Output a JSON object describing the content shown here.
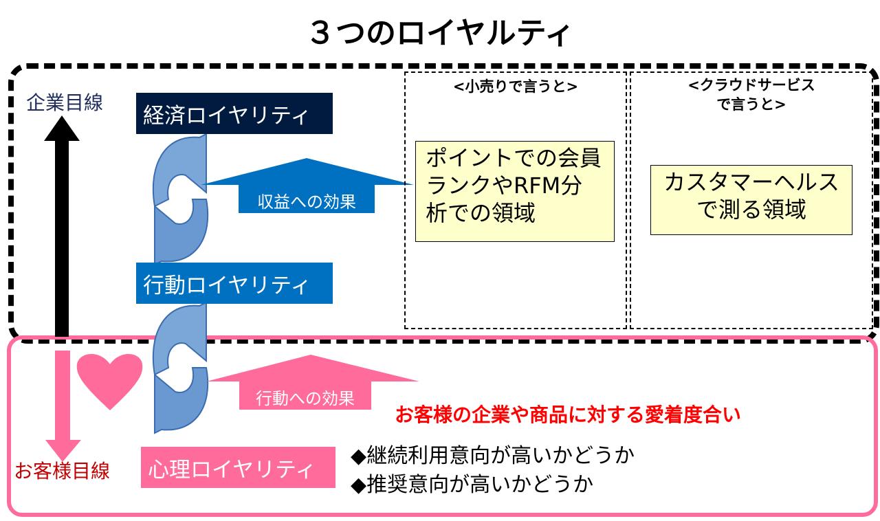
{
  "title": "３つのロイヤルティ",
  "perspectives": {
    "corporate": "企業目線",
    "customer": "お客様目線"
  },
  "loyalty_levels": {
    "economic": "経済ロイヤリティ",
    "behavioral": "行動ロイヤリティ",
    "psychological": "心理ロイヤリティ"
  },
  "effects": {
    "revenue": "収益への効果",
    "behavior": "行動への効果"
  },
  "retail": {
    "header": "<小売りで言うと>",
    "body": "ポイントでの会員ランクやRFM分析での領域"
  },
  "cloud": {
    "header_line1": "<クラウドサービス",
    "header_line2": "で言うと>",
    "body": "カスタマーヘルスで測る領域"
  },
  "customer_section": {
    "headline": "お客様の企業や商品に対する愛着度合い",
    "bullets": [
      "◆継続利用意向が高いかどうか",
      "◆推奨意向が高いかどうか"
    ]
  },
  "colors": {
    "navy": "#001a40",
    "blue": "#0070c0",
    "pink": "#ff6b9a",
    "red": "#ff0000"
  }
}
